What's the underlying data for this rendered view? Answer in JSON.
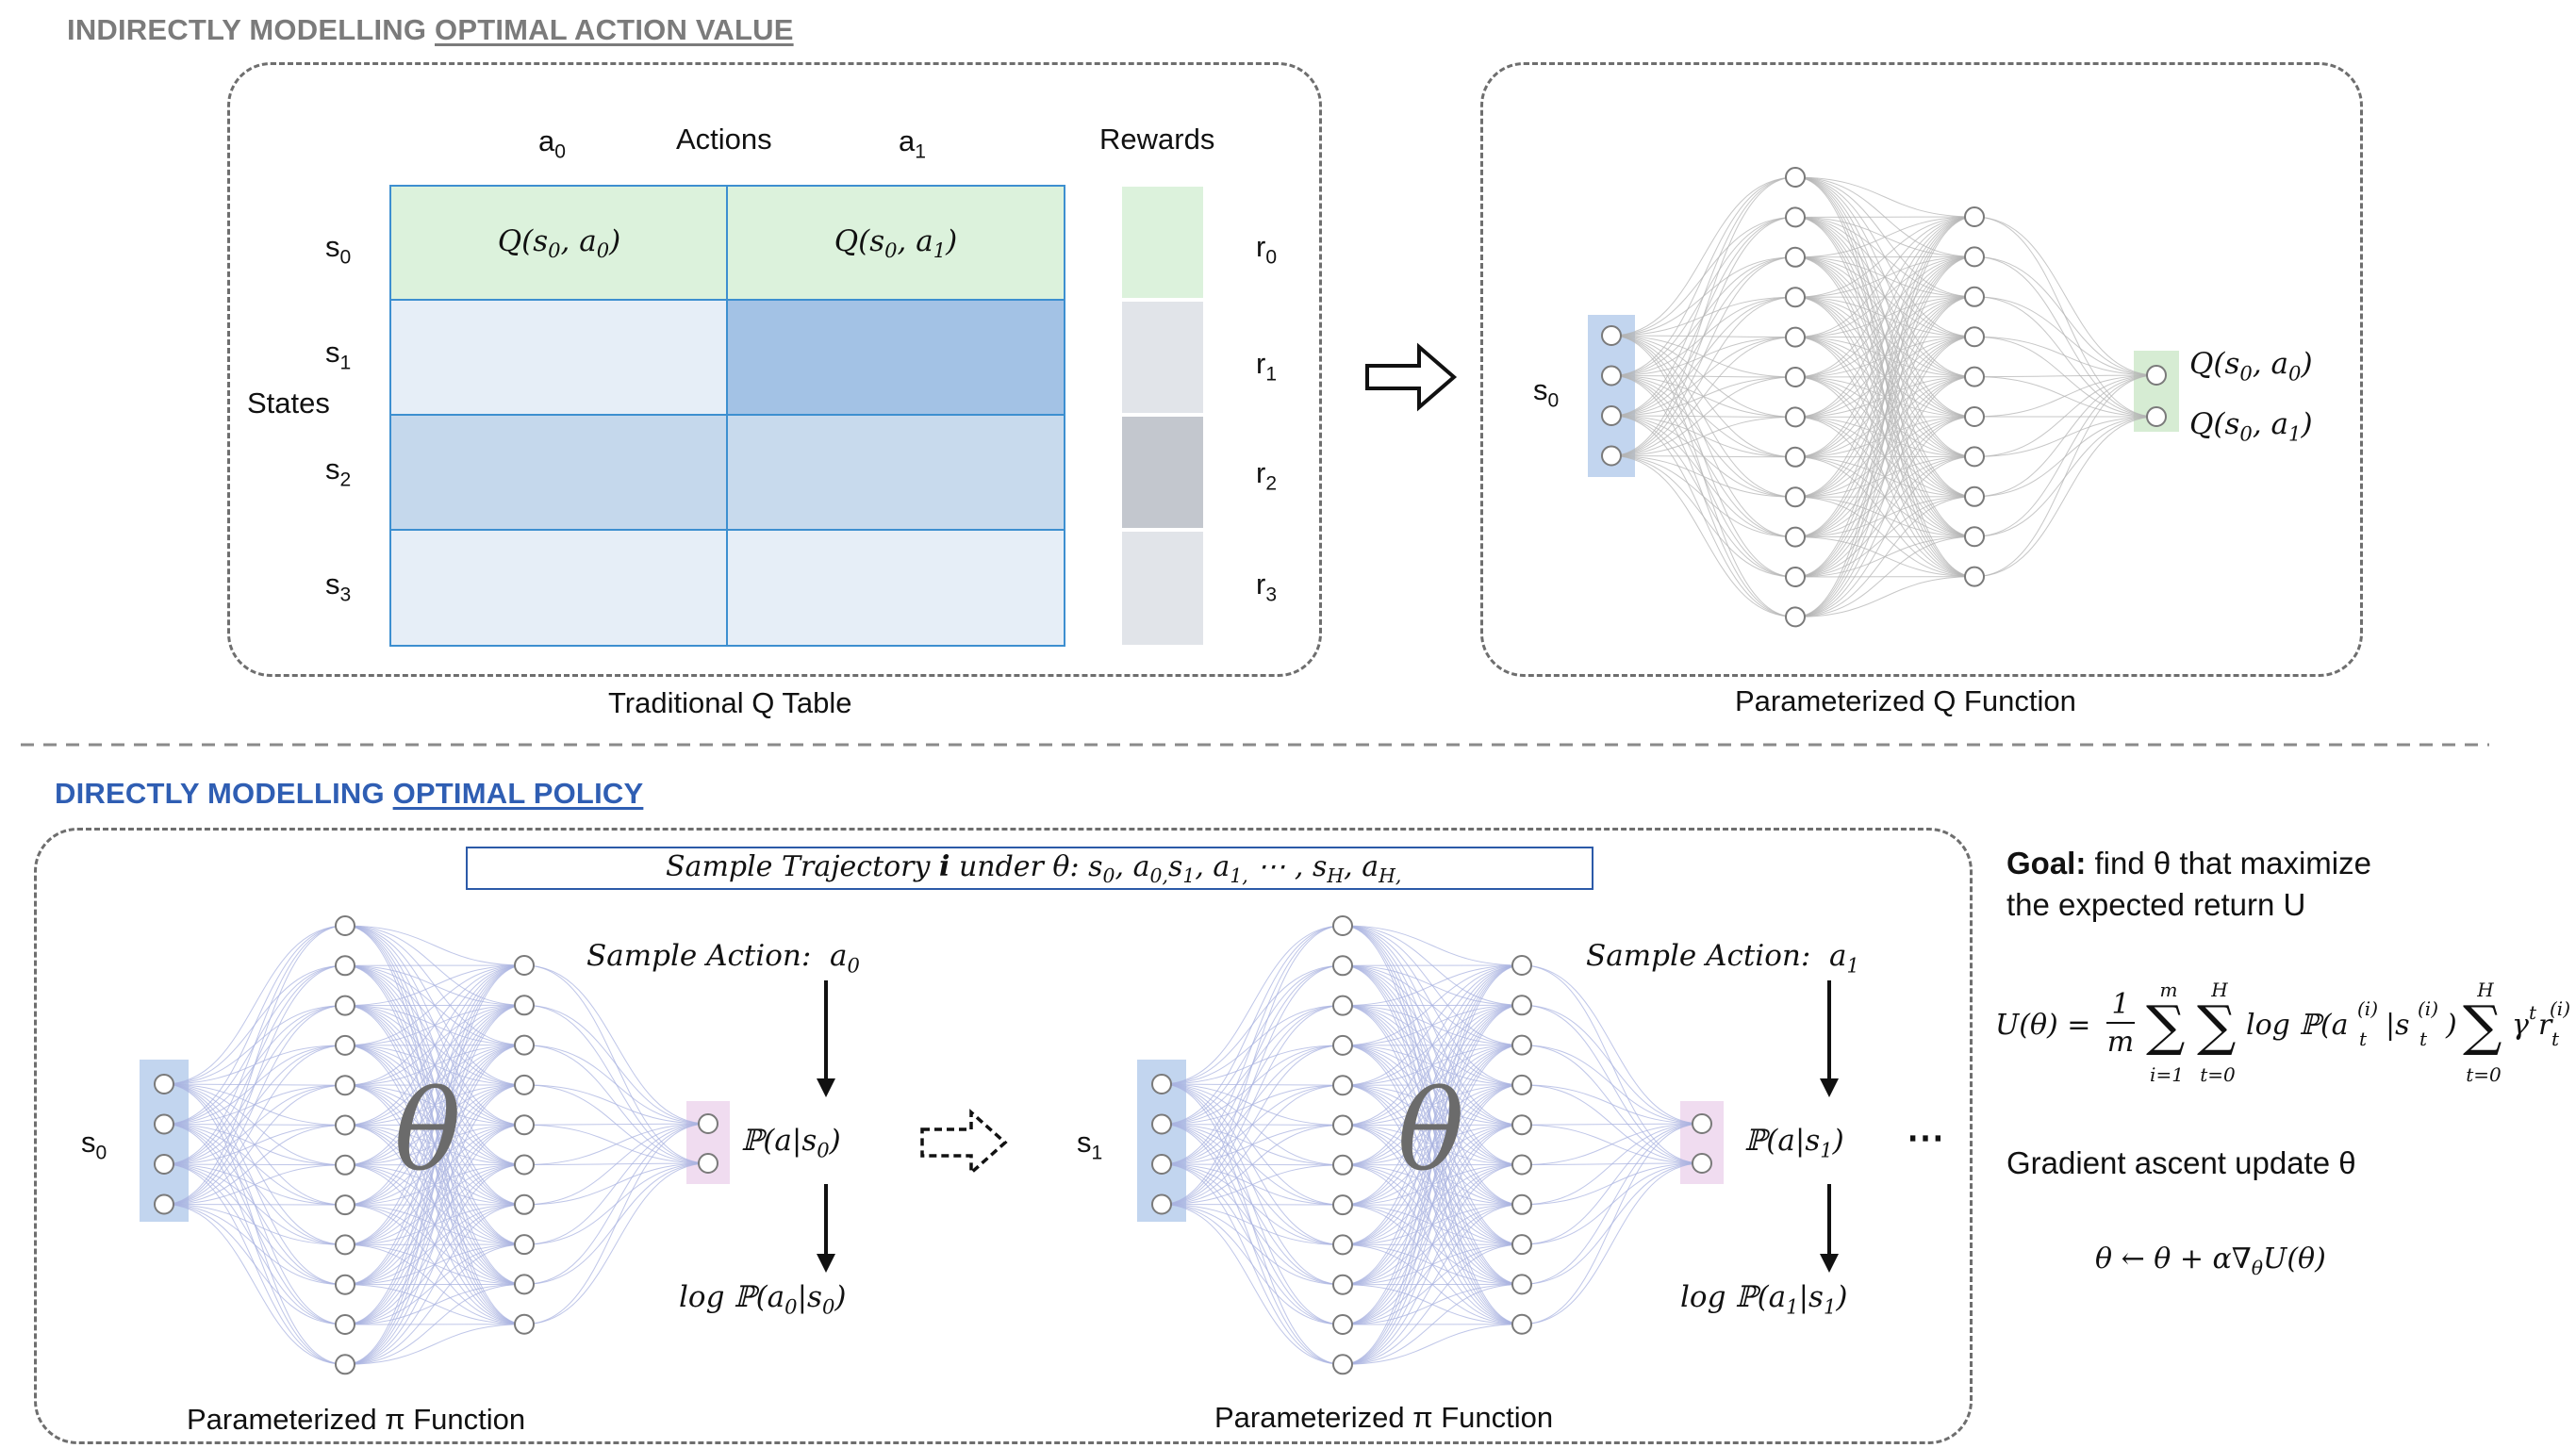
{
  "top": {
    "section_prefix": "INDIRECTLY MODELLING ",
    "section_underlined": "OPTIMAL ACTION VALUE",
    "actions_label": "Actions",
    "a0": "a",
    "a0_sub": "0",
    "a1": "a",
    "a1_sub": "1",
    "rewards_label": "Rewards",
    "states_label": "States",
    "states": [
      {
        "s": "s",
        "sub": "0"
      },
      {
        "s": "s",
        "sub": "1"
      },
      {
        "s": "s",
        "sub": "2"
      },
      {
        "s": "s",
        "sub": "3"
      }
    ],
    "rewards": [
      {
        "r": "r",
        "sub": "0"
      },
      {
        "r": "r",
        "sub": "1"
      },
      {
        "r": "r",
        "sub": "2"
      },
      {
        "r": "r",
        "sub": "3"
      }
    ],
    "q_cells": [
      {
        "q": "Q(s",
        "s_sub": "0",
        "mid": ", a",
        "a_sub": "0",
        "end": ")"
      },
      {
        "q": "Q(s",
        "s_sub": "0",
        "mid": ", a",
        "a_sub": "1",
        "end": ")"
      }
    ],
    "q_table_caption": "Traditional Q Table",
    "q_function_caption": "Parameterized Q Function",
    "qnet_input": {
      "s": "s",
      "sub": "0"
    },
    "qnet_outputs": [
      {
        "q": "Q(s",
        "s_sub": "0",
        "mid": ", a",
        "a_sub": "0",
        "end": ")"
      },
      {
        "q": "Q(s",
        "s_sub": "0",
        "mid": ", a",
        "a_sub": "1",
        "end": ")"
      }
    ],
    "colors": {
      "row0": "#dcf2dc",
      "row_light": "#e6eef7",
      "row_mid": "#c5d8ec",
      "row_dark": "#a3c2e5",
      "reward0": "#dcf2dc",
      "reward_light": "#e1e4e9",
      "reward_dark": "#c3c7ce",
      "border": "#3d8fd0"
    }
  },
  "bottom": {
    "section_prefix": "DIRECTLY MODELLING ",
    "section_underlined": "OPTIMAL POLICY",
    "trajectory_pre": "Sample Trajectory ",
    "trajectory_i": "i",
    "trajectory_post": " under θ: s",
    "trajectory_rest": [
      {
        "t": "",
        "sub": "0"
      },
      {
        "t": ", a",
        "sub": "0,"
      },
      {
        "t": "s",
        "sub": "1"
      },
      {
        "t": ", a",
        "sub": "1,"
      },
      {
        "t": " ⋯ , s",
        "sub": "H"
      },
      {
        "t": ", a",
        "sub": "H,"
      }
    ],
    "policies": [
      {
        "input": "s",
        "input_sub": "0",
        "theta": "θ",
        "sample_label": "Sample Action:",
        "action": "a",
        "action_sub": "0",
        "prob": "ℙ(a|s",
        "prob_sub": "0",
        "prob_end": ")",
        "log_prob": "log ℙ(a",
        "log_a_sub": "0",
        "log_mid": "|s",
        "log_s_sub": "0",
        "log_end": ")",
        "caption": "Parameterized π Function"
      },
      {
        "input": "s",
        "input_sub": "1",
        "theta": "θ",
        "sample_label": "Sample Action:",
        "action": "a",
        "action_sub": "1",
        "prob": "ℙ(a|s",
        "prob_sub": "1",
        "prob_end": ")",
        "log_prob": "log ℙ(a",
        "log_a_sub": "1",
        "log_mid": "|s",
        "log_s_sub": "1",
        "log_end": ")",
        "caption": "Parameterized π Function"
      }
    ],
    "ellipsis": "⋯",
    "goal_bold": "Goal:",
    "goal_line1": " find θ that maximize",
    "goal_line2": "the expected return U",
    "formula_lhs": "U(θ) =",
    "formula_frac_num": "1",
    "formula_frac_den": "m",
    "sum1_top": "m",
    "sum1_bottom": "i=1",
    "sum2_top": "H",
    "sum2_bottom": "t=0",
    "formula_log": "log ℙ(a",
    "formula_a_sup": "(i)",
    "formula_a_sub": "t",
    "formula_mid": "|s",
    "formula_s_sup": "(i)",
    "formula_s_sub": "t",
    "formula_close": ")",
    "sum3_top": "H",
    "sum3_bottom": "t=0",
    "formula_gamma": "γ",
    "formula_gamma_sup": "t",
    "formula_r": "r",
    "formula_r_sup": "(i)",
    "formula_r_sub": "t",
    "update_label": "Gradient ascent update θ",
    "update_formula": "θ ← θ + α∇",
    "update_sub": "θ",
    "update_end": "U(θ)",
    "colors": {
      "input": "#c2d5ef",
      "output": "#f0dcf0",
      "edges": "#a9b3e0",
      "theta": "#6b6b6b"
    }
  }
}
